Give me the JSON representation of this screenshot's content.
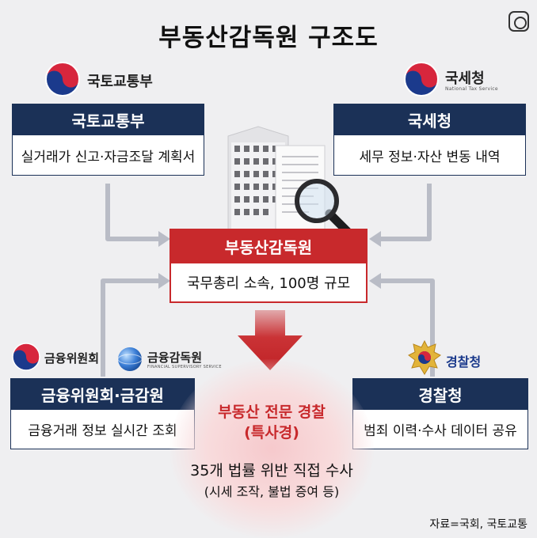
{
  "title": "부동산감독원 구조도",
  "left_top": {
    "logo_label": "국토교통부",
    "head": "국토교통부",
    "body": "실거래가 신고·자금조달 계획서"
  },
  "right_top": {
    "logo_label": "국세청",
    "logo_sub": "National Tax Service",
    "head": "국세청",
    "body": "세무 정보·자산 변동 내역"
  },
  "center": {
    "head": "부동산감독원",
    "body": "국무총리 소속, 100명 규모"
  },
  "left_bottom": {
    "logo_label_1": "금융위원회",
    "logo_label_2": "금융감독원",
    "logo_sub_2": "FINANCIAL SUPERVISORY SERVICE",
    "head": "금융위원회·금감원",
    "body": "금융거래 정보 실시간 조회"
  },
  "right_bottom": {
    "logo_label": "경찰청",
    "head": "경찰청",
    "body": "범죄 이력·수사 데이터 공유"
  },
  "police": {
    "title_1": "부동산 전문 경찰",
    "title_2": "(특사경)",
    "desc_main": "35개 법률 위반 직접 수사",
    "desc_sub": "(시세 조작, 불법 증여 등)"
  },
  "source": "자료=국회, 국토교통",
  "colors": {
    "navy": "#1b3157",
    "red": "#c8292c",
    "arrow_gray": "#b9bcc6",
    "background": "#efeff1"
  },
  "icons": [
    "taegeuk-emblem-icon",
    "fsc-globe-icon",
    "police-emblem-icon",
    "magnifier-icon",
    "building-icon",
    "document-icon",
    "down-arrow-icon"
  ]
}
